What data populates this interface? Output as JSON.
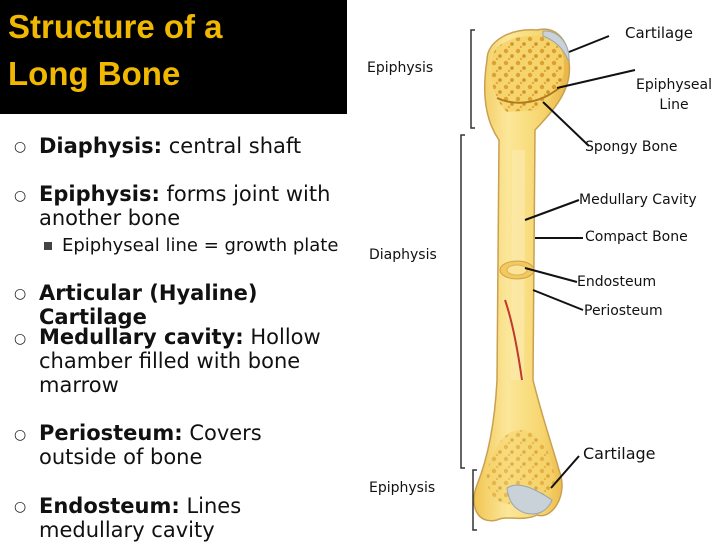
{
  "slide": {
    "title_line1": "Structure of a",
    "title_line2": "Long Bone",
    "bullets": [
      {
        "term": "Diaphysis:",
        "rest": " central shaft"
      },
      {
        "term": "Epiphysis:",
        "rest": " forms joint with another bone"
      },
      {
        "term": "Articular (Hyaline) Cartilage",
        "rest": ""
      },
      {
        "term": "Medullary cavity:",
        "rest": "  Hollow chamber filled with bone marrow"
      },
      {
        "term": "Periosteum:",
        "rest": "  Covers outside of bone"
      },
      {
        "term": "Endosteum:",
        "rest": "  Lines medullary cavity"
      }
    ],
    "sub_bullet": "Epiphyseal line = growth plate"
  },
  "diagram": {
    "labels": {
      "epiphysis_top": "Epiphysis",
      "cartilage_top": "Cartilage",
      "epiphyseal_line": "Epiphyseal Line",
      "spongy_bone": "Spongy Bone",
      "medullary_cavity": "Medullary Cavity",
      "compact_bone": "Compact Bone",
      "diaphysis": "Diaphysis",
      "endosteum": "Endosteum",
      "periosteum": "Periosteum",
      "cartilage_bottom": "Cartilage",
      "epiphysis_bottom": "Epiphysis"
    },
    "colors": {
      "bone": "#f6d36a",
      "bone_dark": "#e2a92e",
      "spongy": "#e8b640",
      "cartilage": "#c9d2d9",
      "artery": "#c0392b"
    }
  },
  "colors": {
    "title": "#f0b800",
    "title_bg": "#000000"
  }
}
